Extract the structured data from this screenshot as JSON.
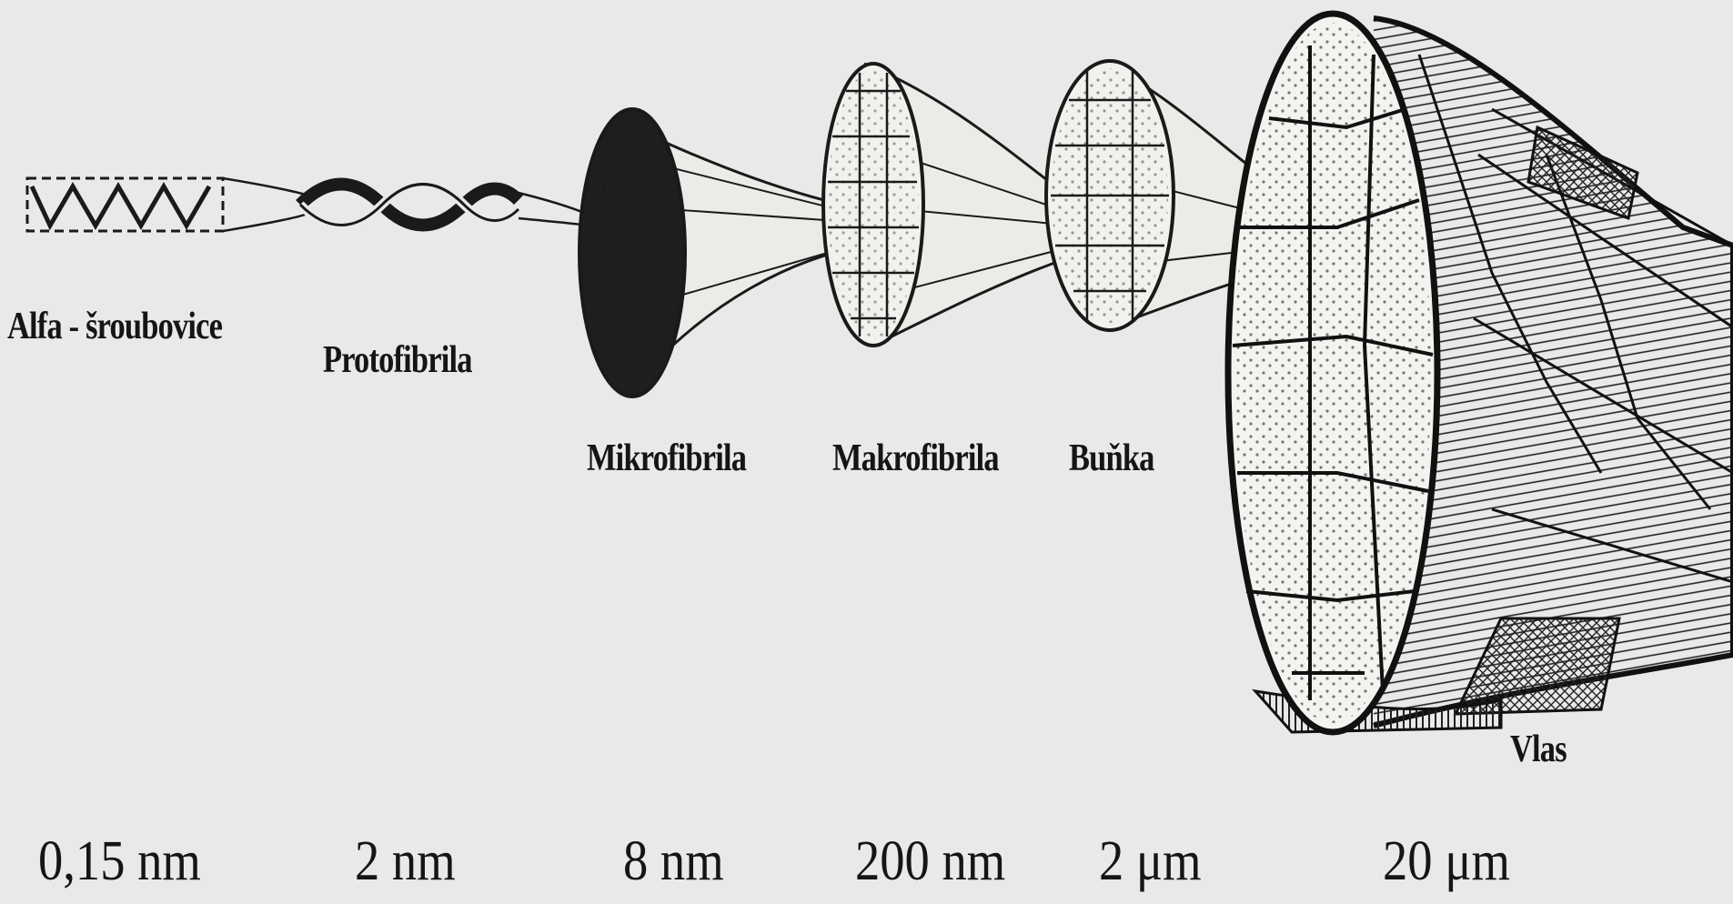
{
  "stages": [
    {
      "label": "Alfa - šroubovice",
      "size": "0,15 nm"
    },
    {
      "label": "Protofibrila",
      "size": "2 nm"
    },
    {
      "label": "Mikrofibrila",
      "size": "8 nm"
    },
    {
      "label": "Makrofibrila",
      "size": "200 nm"
    },
    {
      "label": "Buňka",
      "size": "2 μm"
    },
    {
      "label": "Vlas",
      "size": "20 μm"
    }
  ],
  "colors": {
    "ink": "#141414",
    "background": "#e9e9e7"
  }
}
